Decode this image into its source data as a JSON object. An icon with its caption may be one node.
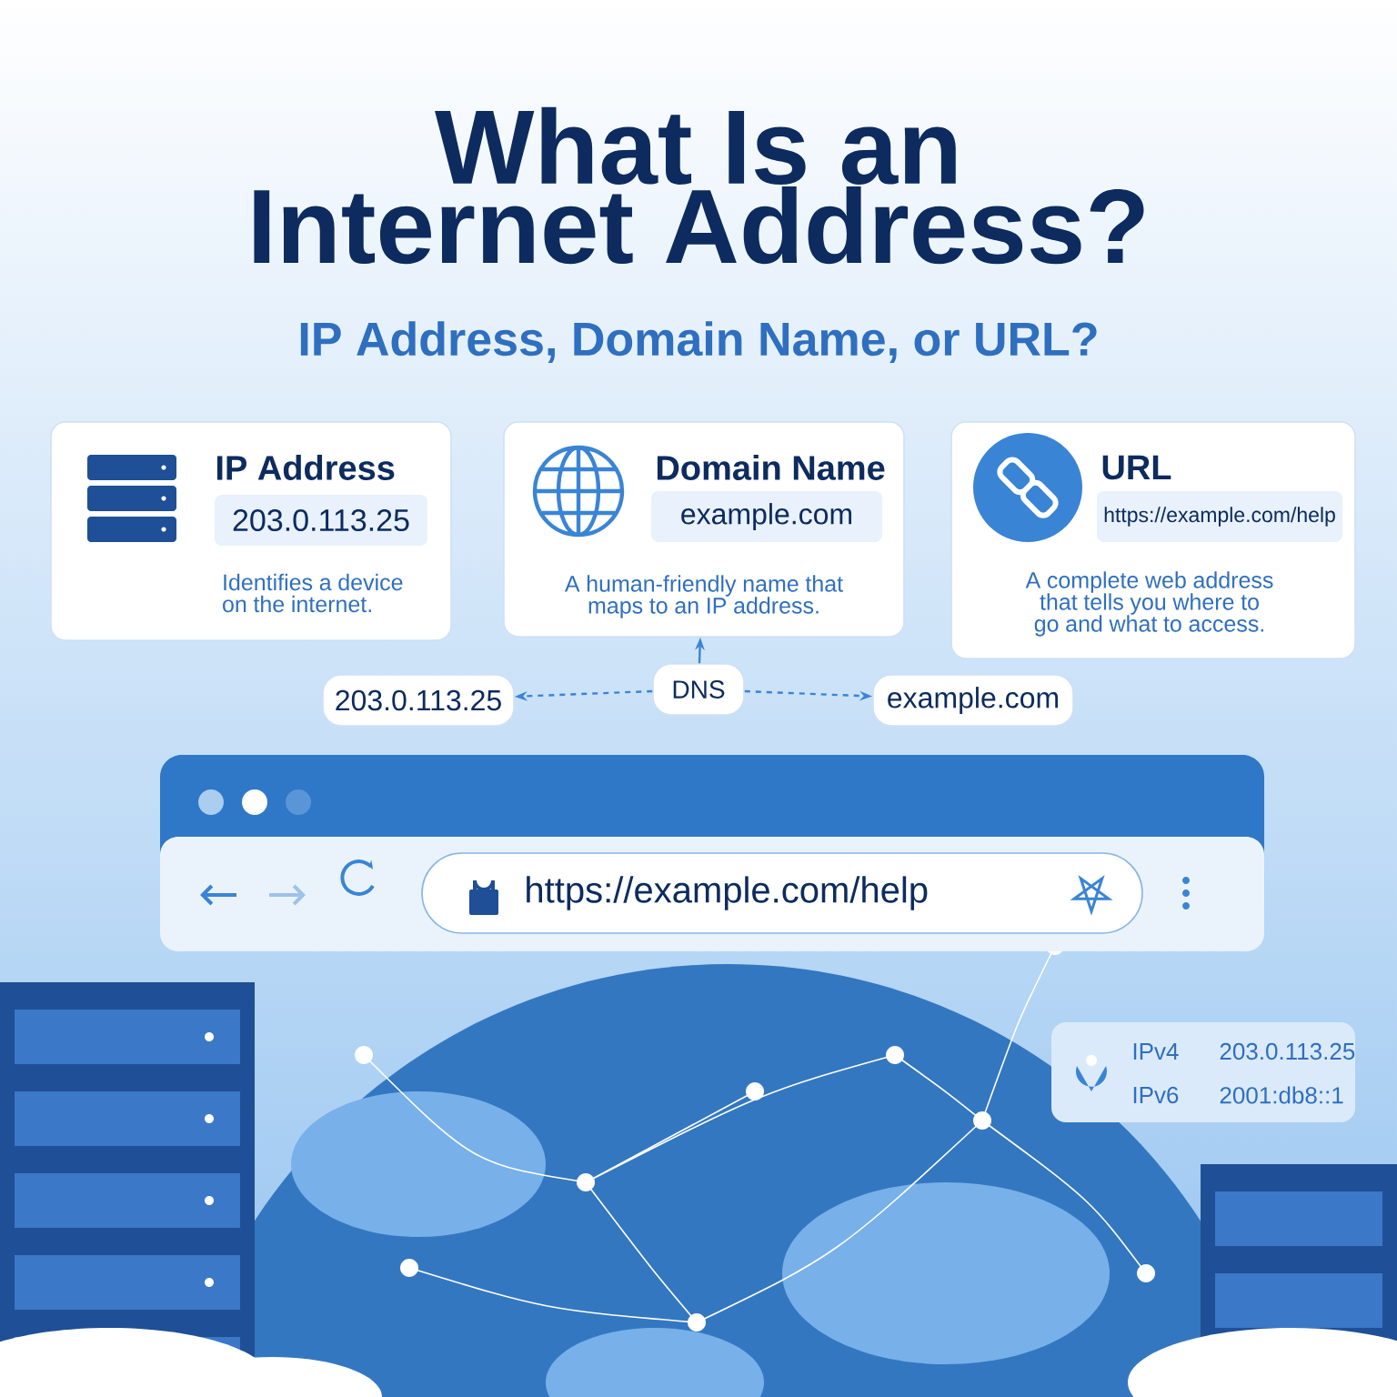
{
  "diagram": {
    "title": "What Is an Internet Address?",
    "nodes": [
      {
        "text": [
          "IP Address",
          "203.0.113.25",
          "Identifies a device on the internet."
        ]
      },
      {
        "text": [
          "Domain Name",
          "example.com",
          "A human-friendly name that maps to an IP address."
        ]
      },
      {
        "text": [
          "URL",
          "https://example.com/help",
          "A complete web address that tells you where to go and what to access."
        ]
      },
      {
        "text": [
          "203.0.113.25"
        ]
      },
      {
        "text": [
          "DNS"
        ]
      },
      {
        "text": [
          "example.com"
        ]
      },
      {
        "text": [
          "https://example.com/help"
        ]
      },
      {
        "text": [
          "IPv4",
          "203.0.113.25",
          "IPv6",
          "2001:db8::1"
        ]
      }
    ],
    "edges": [
      {
        "from": 4,
        "to": 3,
        "arrow": "to",
        "style": "dashed"
      },
      {
        "from": 4,
        "to": 5,
        "arrow": "to",
        "style": "dashed"
      },
      {
        "from": 4,
        "to": 1,
        "arrow": "to"
      }
    ],
    "labels": [
      "IP Address, Domain Name, or URL?"
    ]
  }
}
